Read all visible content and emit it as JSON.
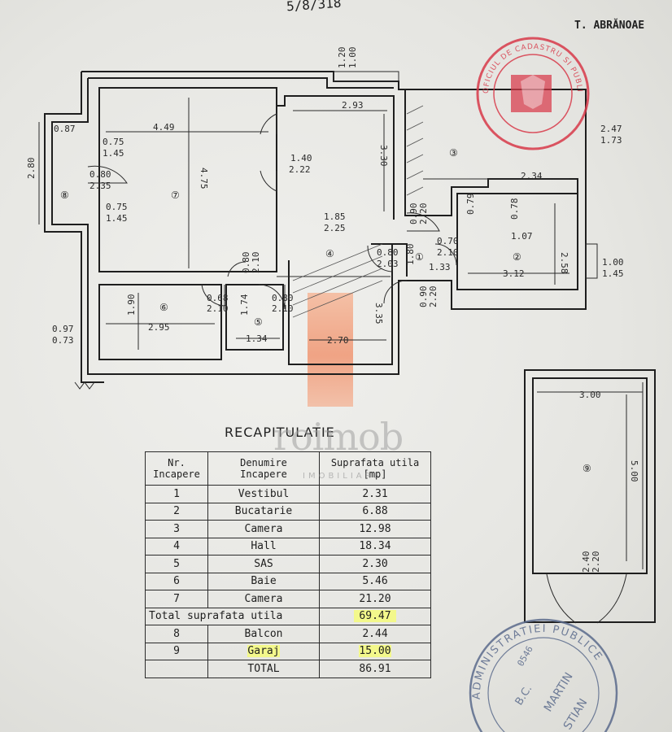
{
  "header": {
    "top_scribble": "5/8/318",
    "author": "T. ABRĂNOAE"
  },
  "plan": {
    "rooms": [
      {
        "id": "1",
        "label": "①"
      },
      {
        "id": "2",
        "label": "②"
      },
      {
        "id": "3",
        "label": "③"
      },
      {
        "id": "4",
        "label": "④"
      },
      {
        "id": "5",
        "label": "⑤"
      },
      {
        "id": "6",
        "label": "⑥"
      },
      {
        "id": "7",
        "label": "⑦"
      },
      {
        "id": "8",
        "label": "⑧"
      },
      {
        "id": "9",
        "label": "⑨"
      }
    ],
    "dimensions": {
      "d_087": "0.87",
      "d_449": "4.49",
      "d_280": "2.80",
      "d_075a": "0.75",
      "d_145a": "1.45",
      "d_080a": "0.80",
      "d_235": "2.35",
      "d_475": "4.75",
      "d_075b": "0.75",
      "d_145b": "1.45",
      "d_140": "1.40",
      "d_222": "2.22",
      "d_293": "2.93",
      "d_330": "3.30",
      "d_185": "1.85",
      "d_225": "2.25",
      "d_120": "1.20",
      "d_100": "1.00",
      "d_247": "2.47",
      "d_173": "1.73",
      "d_234": "2.34",
      "d_079": "0.79",
      "d_078": "0.78",
      "d_107": "1.07",
      "d_090a": "0.90",
      "d_220a": "2.20",
      "d_080b": "0.80",
      "d_203": "2.03",
      "d_180": "1.80",
      "d_070": "0.70",
      "d_210a": "2.10",
      "d_133": "1.33",
      "d_258": "2.58",
      "d_312": "3.12",
      "d_100b": "1.00",
      "d_145c": "1.45",
      "d_090b": "0.90",
      "d_220b": "2.20",
      "d_080c": "0.80",
      "d_210b": "2.10",
      "d_068": "0.68",
      "d_210c": "2.10",
      "d_080d": "0.80",
      "d_210d": "2.10",
      "d_190": "1.90",
      "d_295": "2.95",
      "d_174": "1.74",
      "d_134": "1.34",
      "d_270": "2.70",
      "d_335": "3.35",
      "d_097": "0.97",
      "d_073": "0.73",
      "d_300": "3.00",
      "d_500": "5.00",
      "d_240": "2.40",
      "d_220c": "2.20"
    }
  },
  "recap": {
    "title": "RECAPITULATIE",
    "headers": {
      "nr": [
        "Nr.",
        "Incapere"
      ],
      "name": [
        "Denumire",
        "Incapere"
      ],
      "area": [
        "Suprafata utila",
        "[mp]"
      ]
    },
    "rows": [
      {
        "nr": "1",
        "name": "Vestibul",
        "area": "2.31"
      },
      {
        "nr": "2",
        "name": "Bucatarie",
        "area": "6.88"
      },
      {
        "nr": "3",
        "name": "Camera",
        "area": "12.98"
      },
      {
        "nr": "4",
        "name": "Hall",
        "area": "18.34"
      },
      {
        "nr": "5",
        "name": "SAS",
        "area": "2.30"
      },
      {
        "nr": "6",
        "name": "Baie",
        "area": "5.46"
      },
      {
        "nr": "7",
        "name": "Camera",
        "area": "21.20"
      }
    ],
    "total_util_label": "Total suprafata utila",
    "total_util_value": "69.47",
    "extra_rows": [
      {
        "nr": "8",
        "name": "Balcon",
        "area": "2.44"
      },
      {
        "nr": "9",
        "name": "Garaj",
        "area": "15.00"
      }
    ],
    "total_label": "TOTAL",
    "total_value": "86.91"
  },
  "branding": {
    "logo_text": "roimob",
    "logo_sub": "IMOBILIARE"
  },
  "stamps": {
    "red_stamp_text": "OFICIUL DE CADASTRU SI PUBLICITATE IMOBILIARA",
    "blue_stamp_text": "ADMINISTRATIEI PUBLICE",
    "blue_stamp_lines": [
      "B.C.",
      "MARTIN",
      "STIAN"
    ],
    "blue_stamp_code": "0546"
  },
  "colors": {
    "ink": "#1e1e1e",
    "stamp_red": "#d83a4a",
    "stamp_blue": "#5b6b8c",
    "highlight": "#f3f88b",
    "logo_orange": "#f08a62"
  }
}
